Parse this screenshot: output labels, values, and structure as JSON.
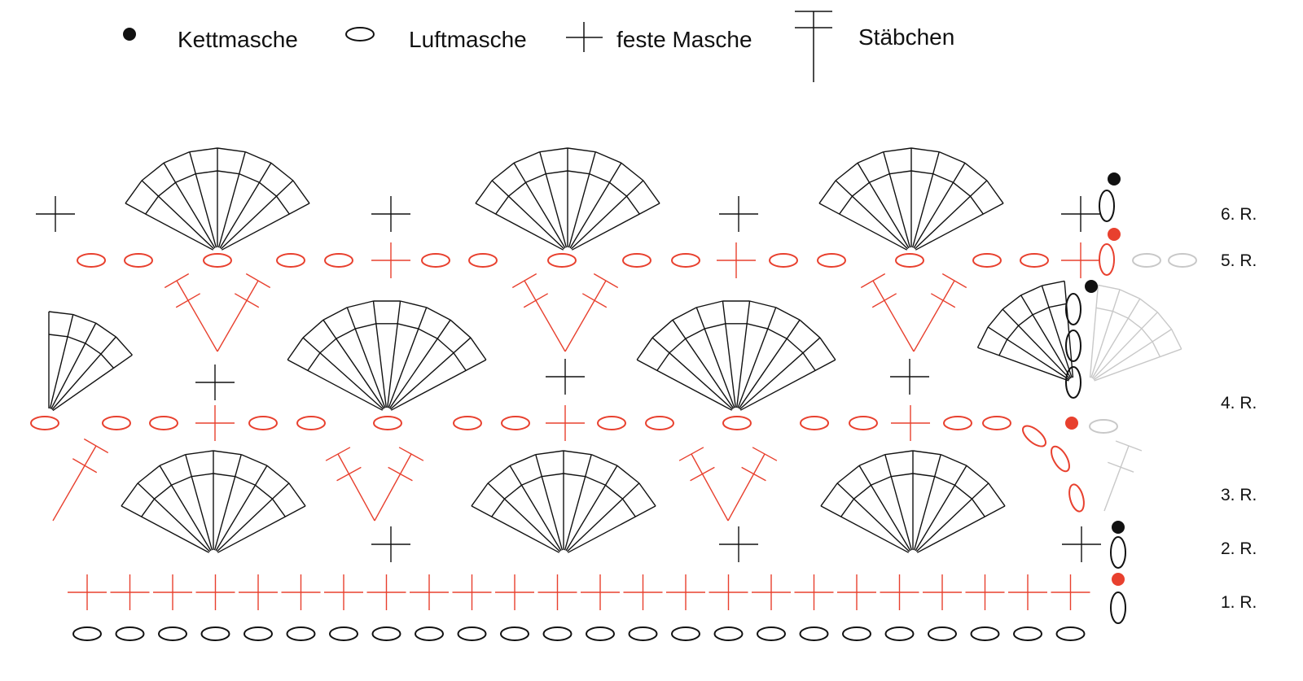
{
  "legend": {
    "slip_stitch": "Kettmasche",
    "chain": "Luftmasche",
    "single_crochet": "feste Masche",
    "double_crochet": "Stäbchen"
  },
  "rows": [
    {
      "label": "1. R."
    },
    {
      "label": "2. R."
    },
    {
      "label": "3. R."
    },
    {
      "label": "4. R."
    },
    {
      "label": "5. R."
    },
    {
      "label": "6. R."
    }
  ],
  "colors": {
    "black": "#111111",
    "red": "#e8402e",
    "grey": "#c8c8c8"
  },
  "icons": [
    "slip-stitch-icon",
    "chain-icon",
    "single-crochet-icon",
    "double-crochet-icon"
  ]
}
